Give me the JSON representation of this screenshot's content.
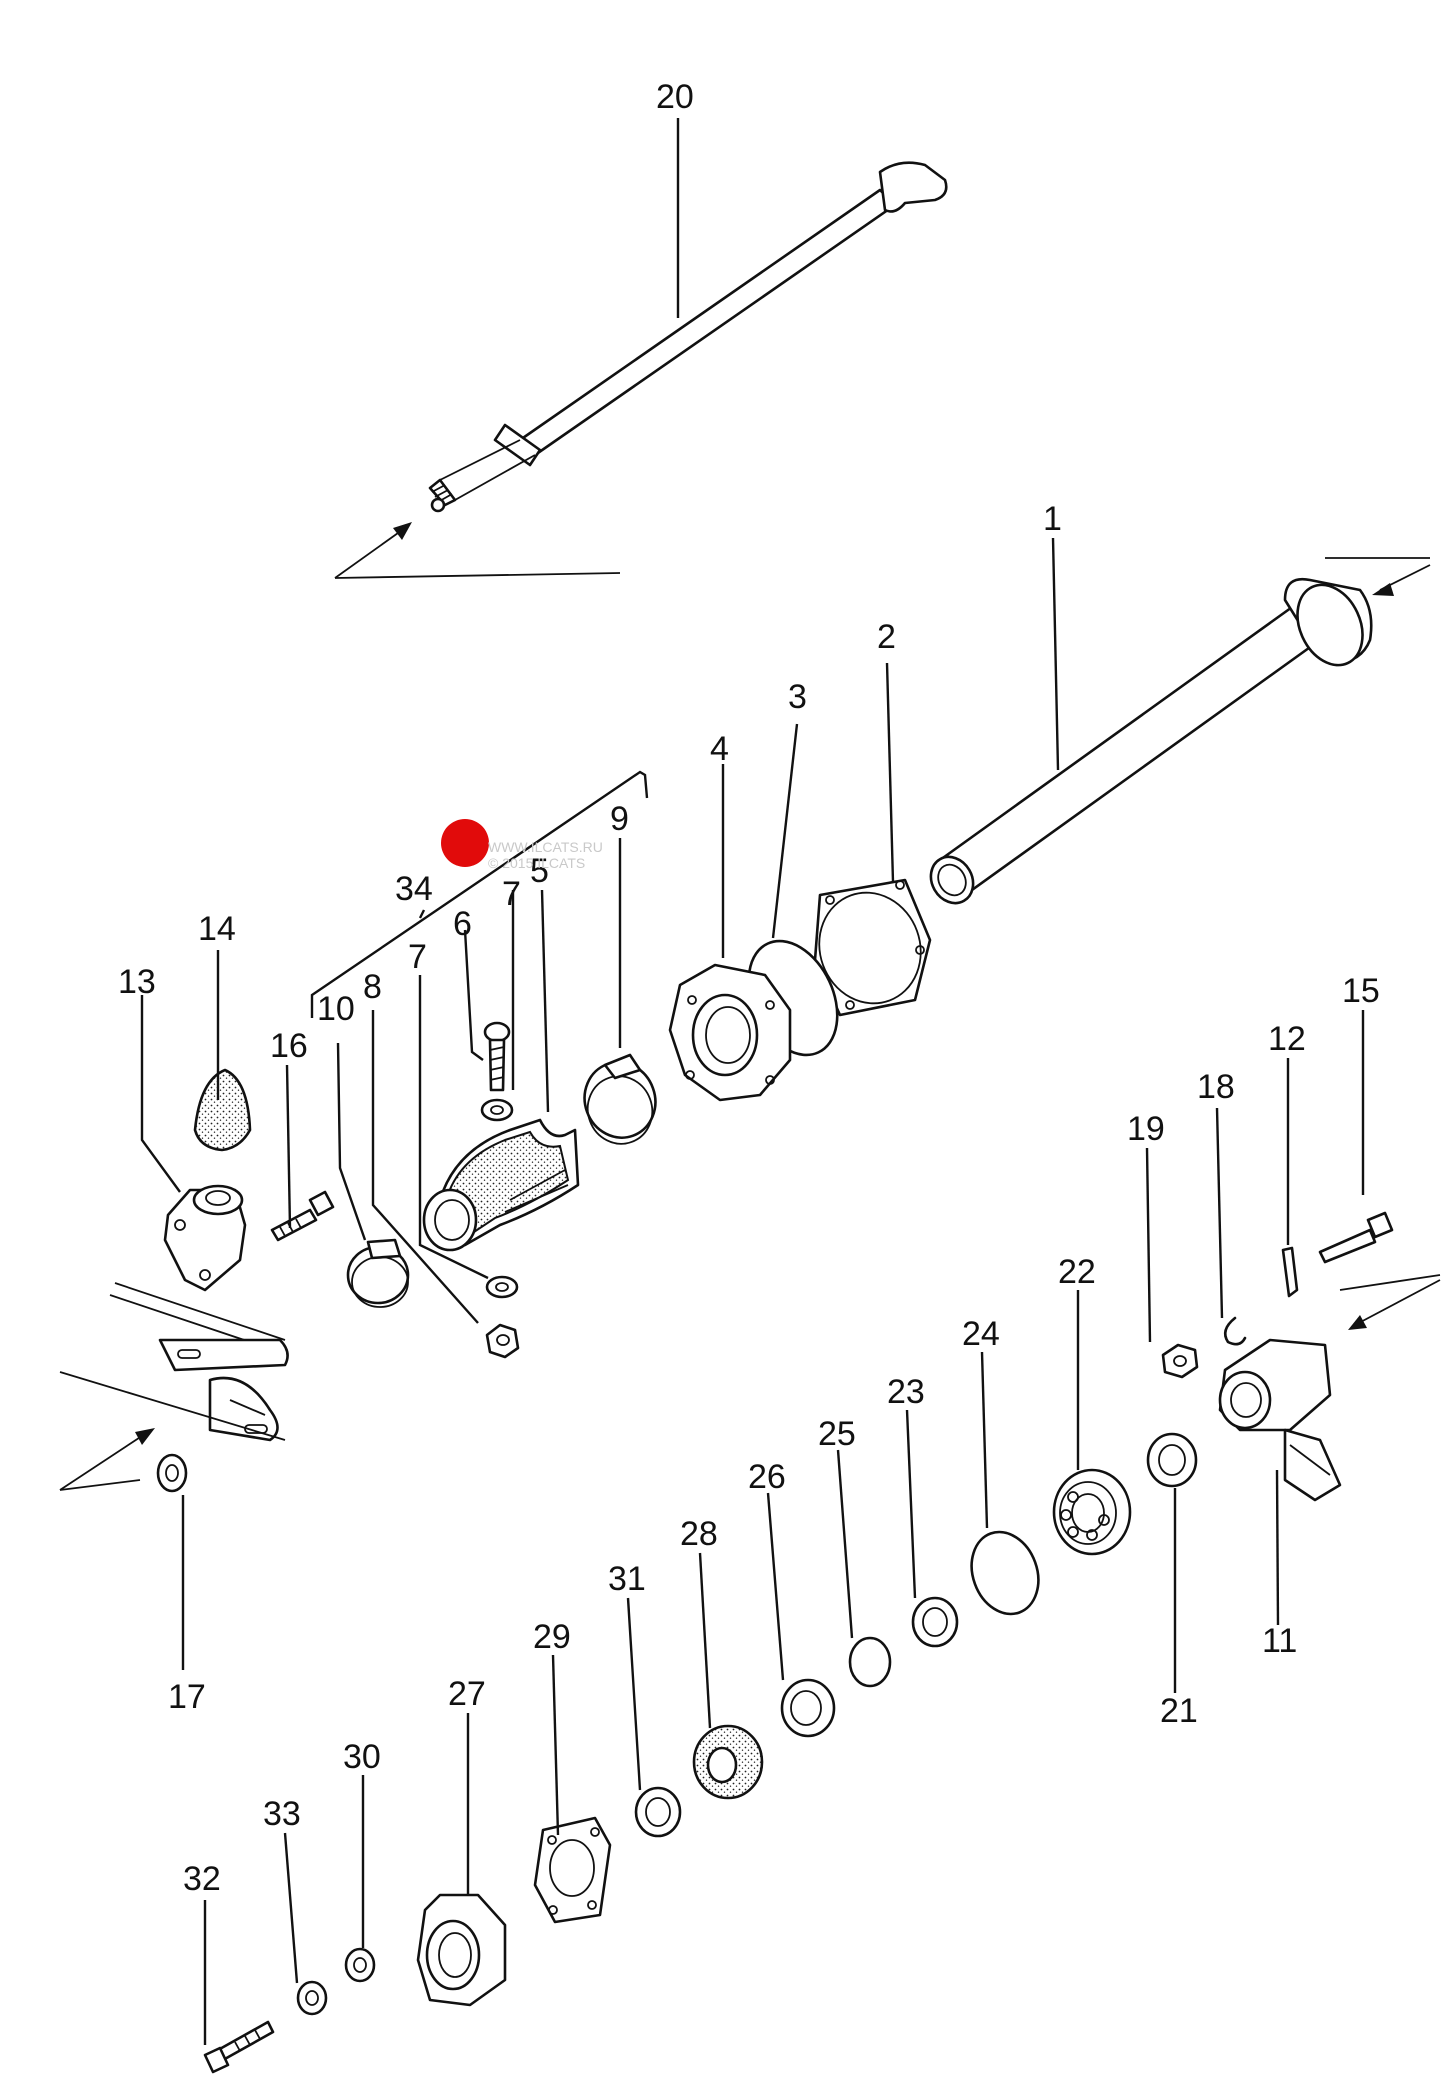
{
  "diagram": {
    "callouts": {
      "c1": "1",
      "c2": "2",
      "c3": "3",
      "c4": "4",
      "c5": "5",
      "c6": "6",
      "c7a": "7",
      "c7b": "7",
      "c8": "8",
      "c9": "9",
      "c10": "10",
      "c11": "11",
      "c12": "12",
      "c13": "13",
      "c14": "14",
      "c15": "15",
      "c16": "16",
      "c17": "17",
      "c18": "18",
      "c19": "19",
      "c20": "20",
      "c21": "21",
      "c22": "22",
      "c23": "23",
      "c24": "24",
      "c25": "25",
      "c26": "26",
      "c27": "27",
      "c28": "28",
      "c29": "29",
      "c30": "30",
      "c31": "31",
      "c32": "32",
      "c33": "33",
      "c34": "34"
    },
    "watermark": {
      "line1": "WWW.ILCATS.RU",
      "line2": "© 2015 ILCATS"
    },
    "marker_color": "#e10b0b"
  }
}
